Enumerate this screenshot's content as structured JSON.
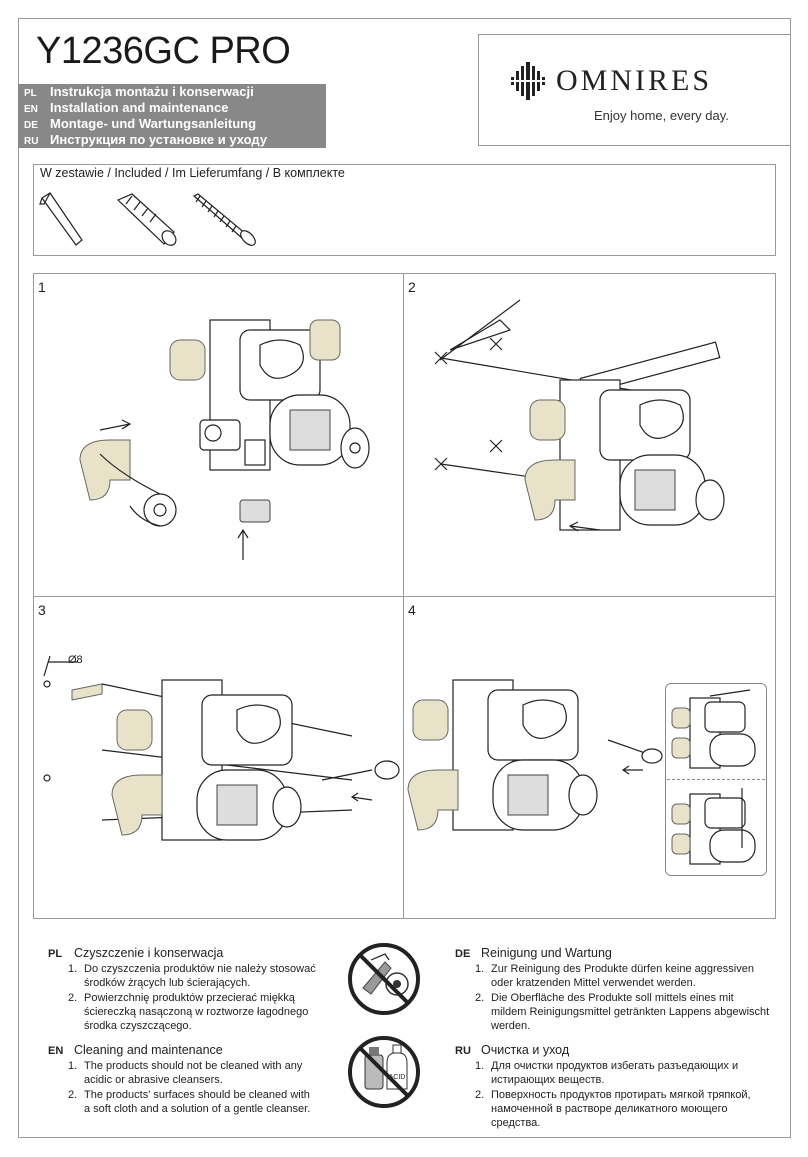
{
  "title": "Y1236GC PRO",
  "languages": [
    {
      "code": "PL",
      "text": "Instrukcja montażu i konserwacji"
    },
    {
      "code": "EN",
      "text": "Installation and maintenance"
    },
    {
      "code": "DE",
      "text": "Montage- und Wartungsanleitung"
    },
    {
      "code": "RU",
      "text": "Инструкция по установке и уходу"
    }
  ],
  "brand": {
    "name": "OMNIRES",
    "tagline": "Enjoy home, every day."
  },
  "included": {
    "title": "W zestawie / Included / Im Lieferumfang / В комплекте"
  },
  "steps": [
    {
      "number": "1"
    },
    {
      "number": "2"
    },
    {
      "number": "3",
      "dim_label": "Ø8"
    },
    {
      "number": "4"
    }
  ],
  "cleaning": {
    "pl": {
      "code": "PL",
      "heading": "Czyszczenie i konserwacja",
      "items": [
        {
          "n": "1.",
          "text": "Do czyszczenia produktów nie należy stosować środków żrących lub ścierających."
        },
        {
          "n": "2.",
          "text": "Powierzchnię produktów przecierać miękką ściereczką nasączoną w roztworze łagodnego środka czyszczącego."
        }
      ]
    },
    "en": {
      "code": "EN",
      "heading": "Cleaning and maintenance",
      "items": [
        {
          "n": "1.",
          "text": "The products should not be cleaned with any acidic or abrasive cleansers."
        },
        {
          "n": "2.",
          "text": "The products' surfaces should be cleaned with a soft cloth and a solution of a gentle cleanser."
        }
      ]
    },
    "de": {
      "code": "DE",
      "heading": "Reinigung und Wartung",
      "items": [
        {
          "n": "1.",
          "text": "Zur Reinigung des Produkte dürfen keine aggressiven oder kratzenden Mittel verwendet werden."
        },
        {
          "n": "2.",
          "text": "Die Oberfläche des Produkte soll mittels eines mit mildem Reinigungsmittel getränkten Lappens abgewischt werden."
        }
      ]
    },
    "ru": {
      "code": "RU",
      "heading": "Очистка и уход",
      "items": [
        {
          "n": "1.",
          "text": "Для очистки продуктов избегать разъедающих и истирающих веществ."
        },
        {
          "n": "2.",
          "text": "Поверхность продуктов протирать мягкой тряпкой, намоченной в растворе деликатного моющего средства."
        }
      ]
    },
    "acid_label": "ACID"
  }
}
